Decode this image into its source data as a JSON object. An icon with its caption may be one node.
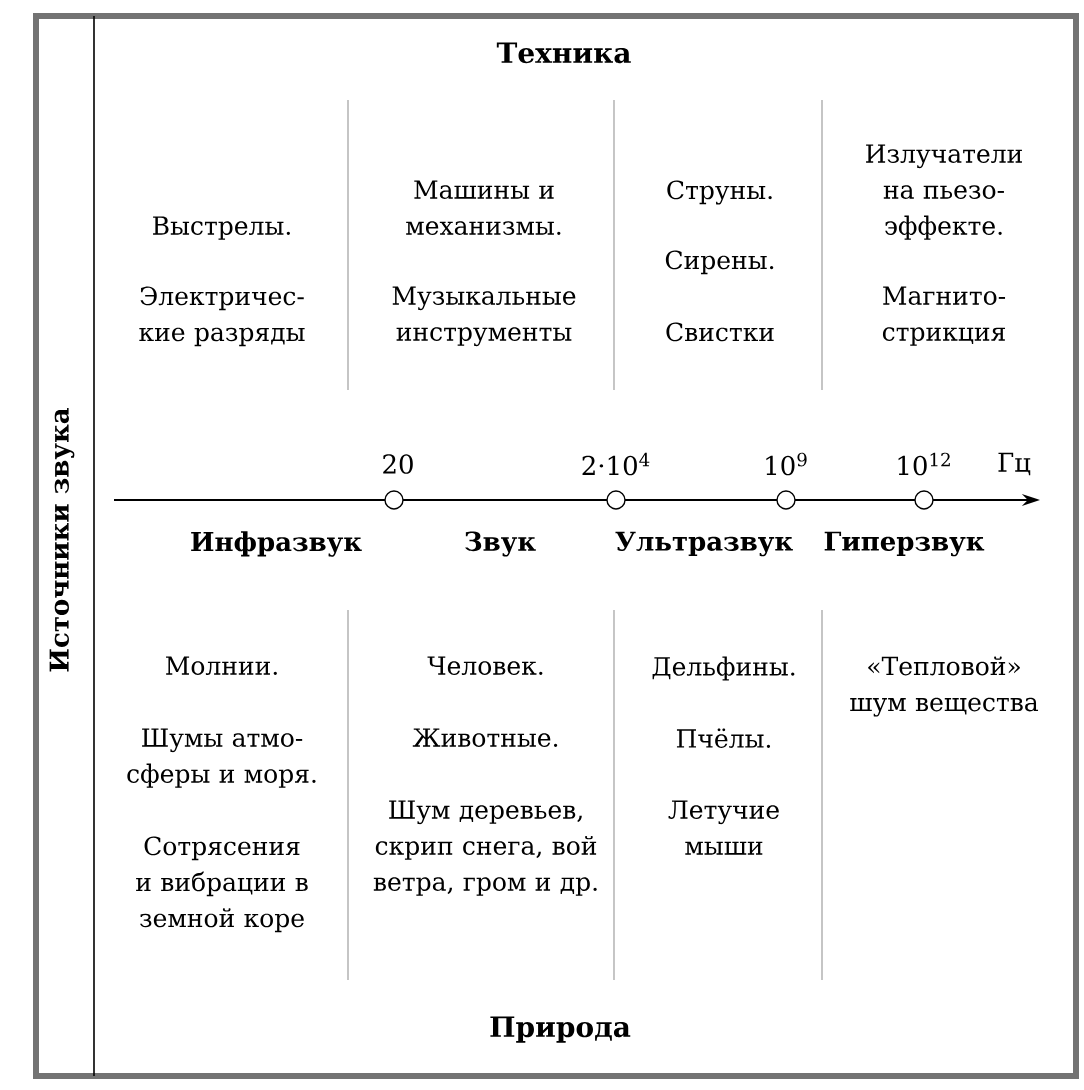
{
  "diagram": {
    "title": "Источники звука",
    "labels": [
      "Техника",
      "Выстрелы.",
      "Электричес- кие разряды",
      "Машины и механизмы.",
      "Музыкальные инструменты",
      "Струны.",
      "Сирены.",
      "Свистки",
      "Излучатели на пьезо- эффекте.",
      "Магнито- стрикция",
      "20",
      "2·10$^{4}$",
      "10$^{9}$",
      "10$^{12}$",
      "Гц",
      "Инфразвук",
      "Звук",
      "Ультразвук",
      "Гиперзвук",
      "Молнии.",
      "Шумы атмо- сферы и моря.",
      "Сотрясения и вибрации в земной коре",
      "Человек.",
      "Животные.",
      "Шум деревьев, скрип снега, вой ветра, гром и др.",
      "Дельфины.",
      "Пчёлы.",
      "Летучие мыши",
      "«Тепловой» шум вещества",
      "Природа"
    ]
  }
}
